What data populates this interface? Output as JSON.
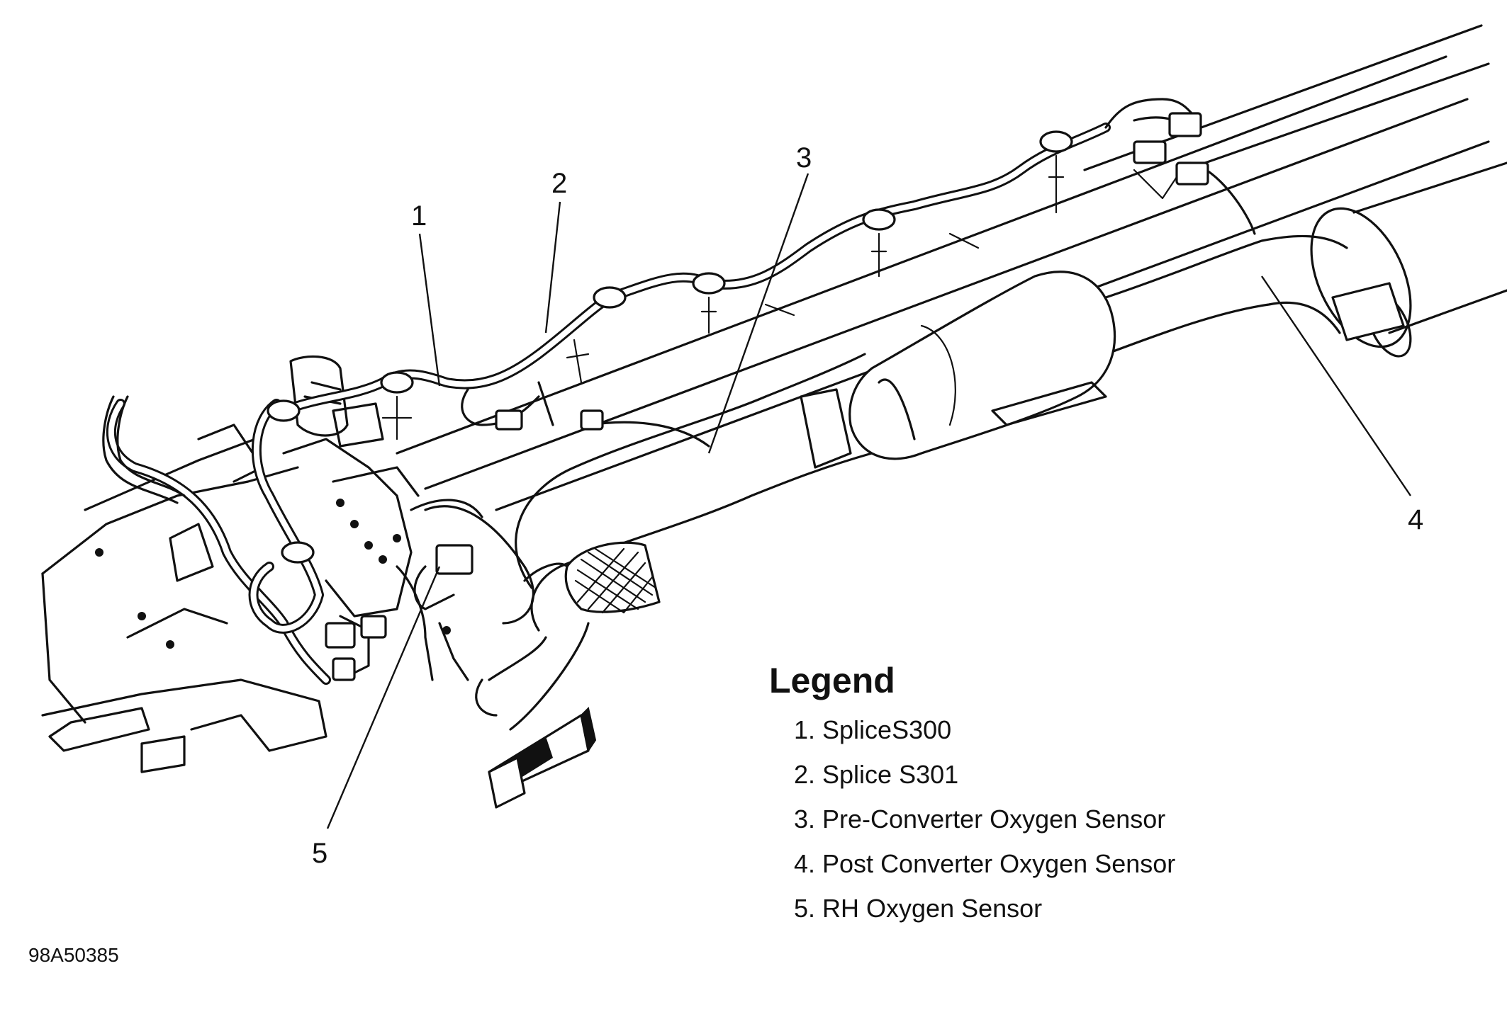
{
  "figure_id": "98A50385",
  "callouts": [
    "1",
    "2",
    "3",
    "4",
    "5"
  ],
  "legend": {
    "title": "Legend",
    "items": [
      "1. SpliceS300",
      "2. Splice S301",
      "3. Pre-Converter Oxygen Sensor",
      "4. Post Converter Oxygen Sensor",
      "5. RH Oxygen Sensor"
    ]
  },
  "icons": {
    "arrow": "direction-arrow-icon"
  }
}
